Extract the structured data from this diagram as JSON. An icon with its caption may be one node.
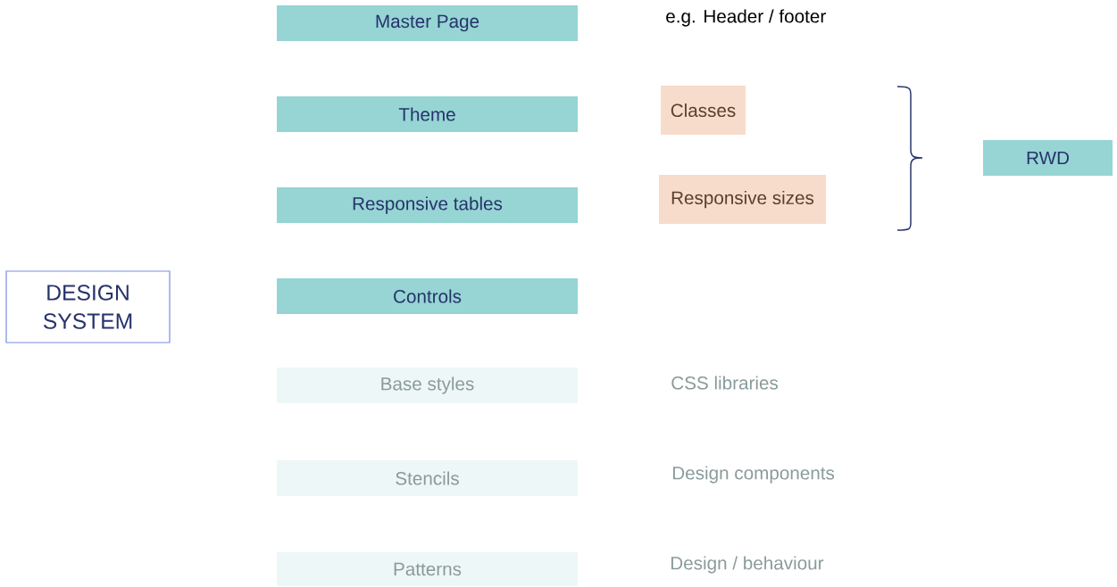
{
  "diagram": {
    "nodes": [
      {
        "text": [
          "Master Page"
        ]
      },
      {
        "text": [
          "Theme"
        ]
      },
      {
        "text": [
          "Responsive tables"
        ]
      },
      {
        "text": [
          "Controls"
        ]
      },
      {
        "text": [
          "Base styles"
        ]
      },
      {
        "text": [
          "Stencils"
        ]
      },
      {
        "text": [
          "Patterns"
        ]
      },
      {
        "text": [
          "Classes"
        ]
      },
      {
        "text": [
          "Responsive sizes"
        ]
      },
      {
        "text": [
          "RWD"
        ]
      },
      {
        "text": [
          "DESIGN SYSTEM"
        ]
      }
    ],
    "labels": [
      "e.g. Header / footer",
      "CSS libraries",
      "Design components",
      "Design / behaviour"
    ]
  }
}
